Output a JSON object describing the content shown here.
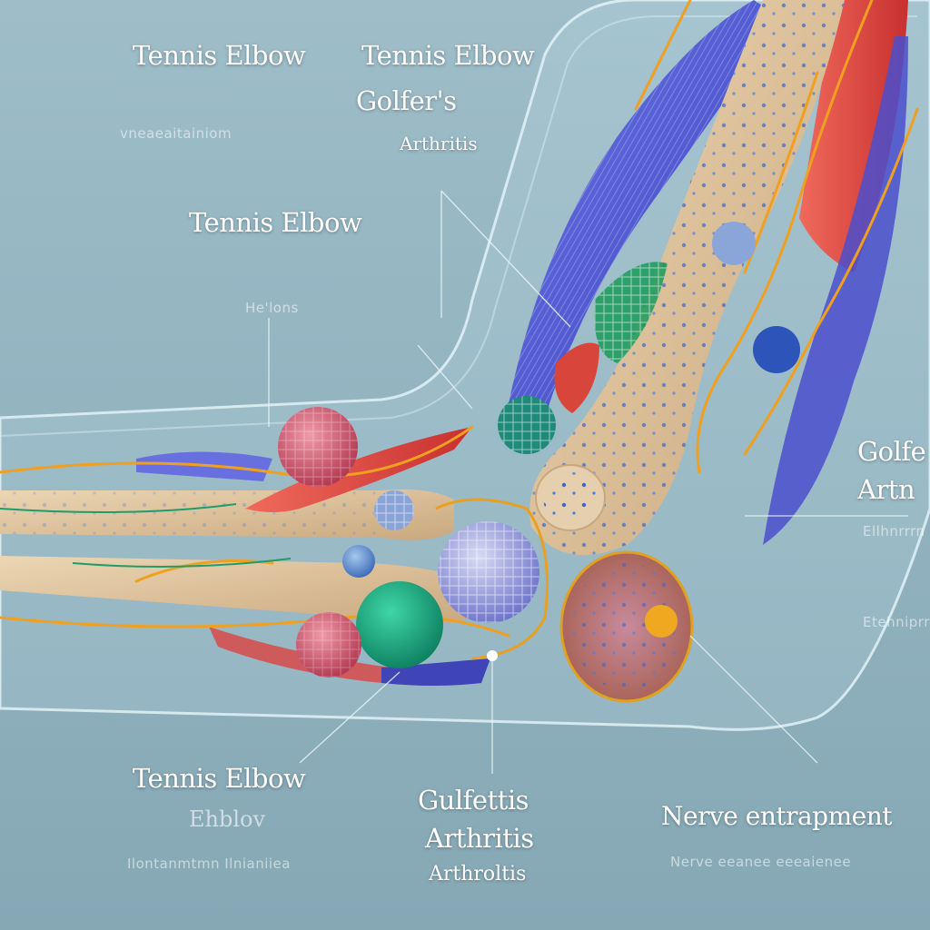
{
  "colors": {
    "background": "#8fb0bd",
    "skin_outline": "#d6eef5",
    "bone": "#e3c9a4",
    "muscle_blue": "#5460d6",
    "muscle_red": "#e04a45",
    "nerve": "#f0a020",
    "vessel_green": "#1e9c6a"
  },
  "labels": {
    "top_left_title": "Tennis Elbow",
    "top_left_faint_1": "vneaeaitainiom",
    "top_center_title": "Tennis Elbow",
    "top_center_sub": "Golfer's",
    "top_center_small": "Arthritis",
    "left_mid_title": "Tennis Elbow",
    "left_mid_faint": "He'lons",
    "right_title_1": "Golfe",
    "right_title_2": "Artn",
    "right_faint_1": "Ellhnrrrn",
    "right_faint_2": "Etehniprrn",
    "bottom_left_title": "Tennis Elbow",
    "bottom_left_sub": "Ehblov",
    "bottom_left_faint": "Ilontanmtmn Ilnianiiea",
    "bottom_center_1": "Gulfettis",
    "bottom_center_2": "Arthritis",
    "bottom_center_3": "Arthroltis",
    "bottom_right_title": "Nerve entrapment",
    "bottom_right_faint": "Nerve eeanee eeeaienee"
  }
}
